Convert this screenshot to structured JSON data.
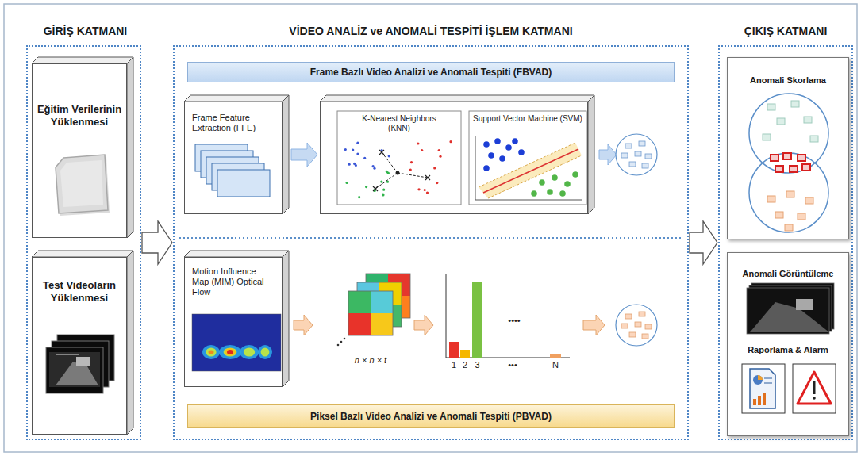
{
  "diagram": {
    "nodes": [
      {
        "text": [
          "GİRİŞ KATMANI"
        ]
      },
      {
        "text": [
          "Eğitim Verilerinin Yüklenmesi"
        ],
        "in": 0
      },
      {
        "text": [
          "Test Videoların Yüklenmesi"
        ],
        "in": 0
      },
      {
        "text": [
          "VİDEO ANALİZ ve ANOMALİ TESPİTİ İŞLEM KATMANI"
        ]
      },
      {
        "text": [
          "Frame Bazlı Video Analizi ve Anomali Tespiti (FBVAD)"
        ],
        "in": 3
      },
      {
        "text": [
          "Frame Feature Extraction (FFE)"
        ],
        "in": 3
      },
      {
        "text": [
          "K-Nearest Neighbors (KNN)",
          "Support Vector Machine (SVM)"
        ],
        "in": 3
      },
      {
        "text": [
          "Motion Influence Map (MIM) Optical Flow"
        ],
        "in": 3
      },
      {
        "text": [
          "Piksel Bazlı Video Analizi ve Anomali Tespiti (PBVAD)"
        ],
        "in": 3
      },
      {
        "text": [
          "ÇIKIŞ KATMANI"
        ]
      },
      {
        "text": [
          "Anomali Skorlama"
        ],
        "in": 9
      },
      {
        "text": [
          "Anomali Görüntüleme",
          "Raporlama & Alarm"
        ],
        "in": 9
      }
    ],
    "edges": [
      {
        "from": 0,
        "to": 3,
        "arrow": "to"
      },
      {
        "from": 5,
        "to": 6,
        "arrow": "to"
      },
      {
        "from": 3,
        "to": 9,
        "arrow": "to"
      }
    ],
    "labels": [
      "n × n × t",
      "1",
      "2",
      "3",
      "•••",
      "N",
      "••••"
    ]
  }
}
